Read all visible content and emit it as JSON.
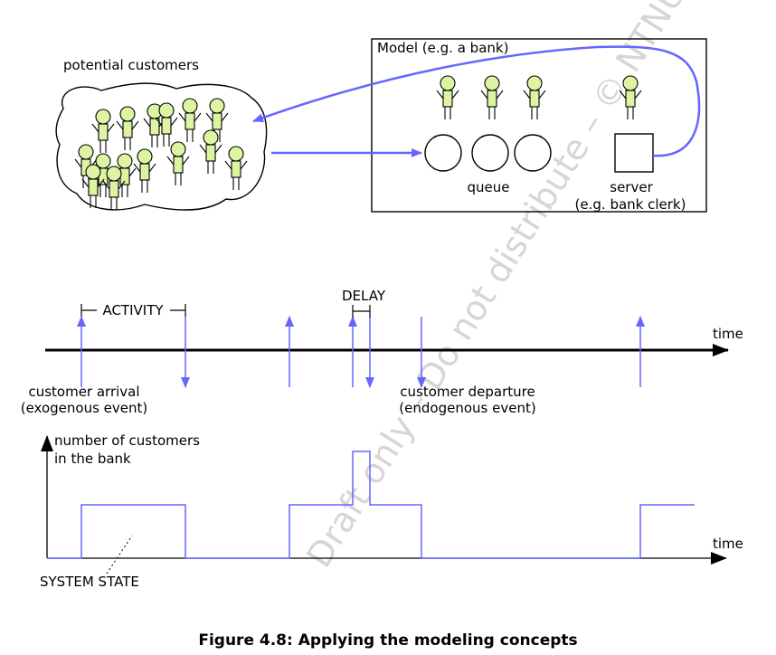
{
  "model_box": {
    "title": "Model (e.g. a bank)",
    "queue_label": "queue",
    "server_label": "server",
    "server_sublabel": "(e.g. bank clerk)",
    "queue_slots": 3,
    "waiting_customers": 3,
    "served_customers": 1
  },
  "population": {
    "label": "potential customers",
    "customer_count": 15
  },
  "timeline": {
    "axis_label": "time",
    "activity_label": "ACTIVITY",
    "delay_label": "DELAY",
    "arrival_label": "customer arrival",
    "arrival_sublabel": "(exogenous event)",
    "departure_label": "customer departure",
    "departure_sublabel": "(endogenous event)",
    "arrivals": [
      1,
      3,
      4,
      7
    ],
    "departures": [
      2,
      5,
      6
    ]
  },
  "state_plot": {
    "ylabel_line1": "number of customers",
    "ylabel_line2": "in the bank",
    "xlabel": "time",
    "state_label": "SYSTEM STATE",
    "levels": [
      0,
      1,
      0,
      1,
      2,
      1,
      0,
      1
    ]
  },
  "watermark": "Draft only – Do not distribute – © NTNU",
  "caption": "Figure 4.8: Applying the modeling concepts",
  "colors": {
    "accent": "#6666ff",
    "person_fill": "#ddf5a3",
    "ink": "#000000"
  }
}
